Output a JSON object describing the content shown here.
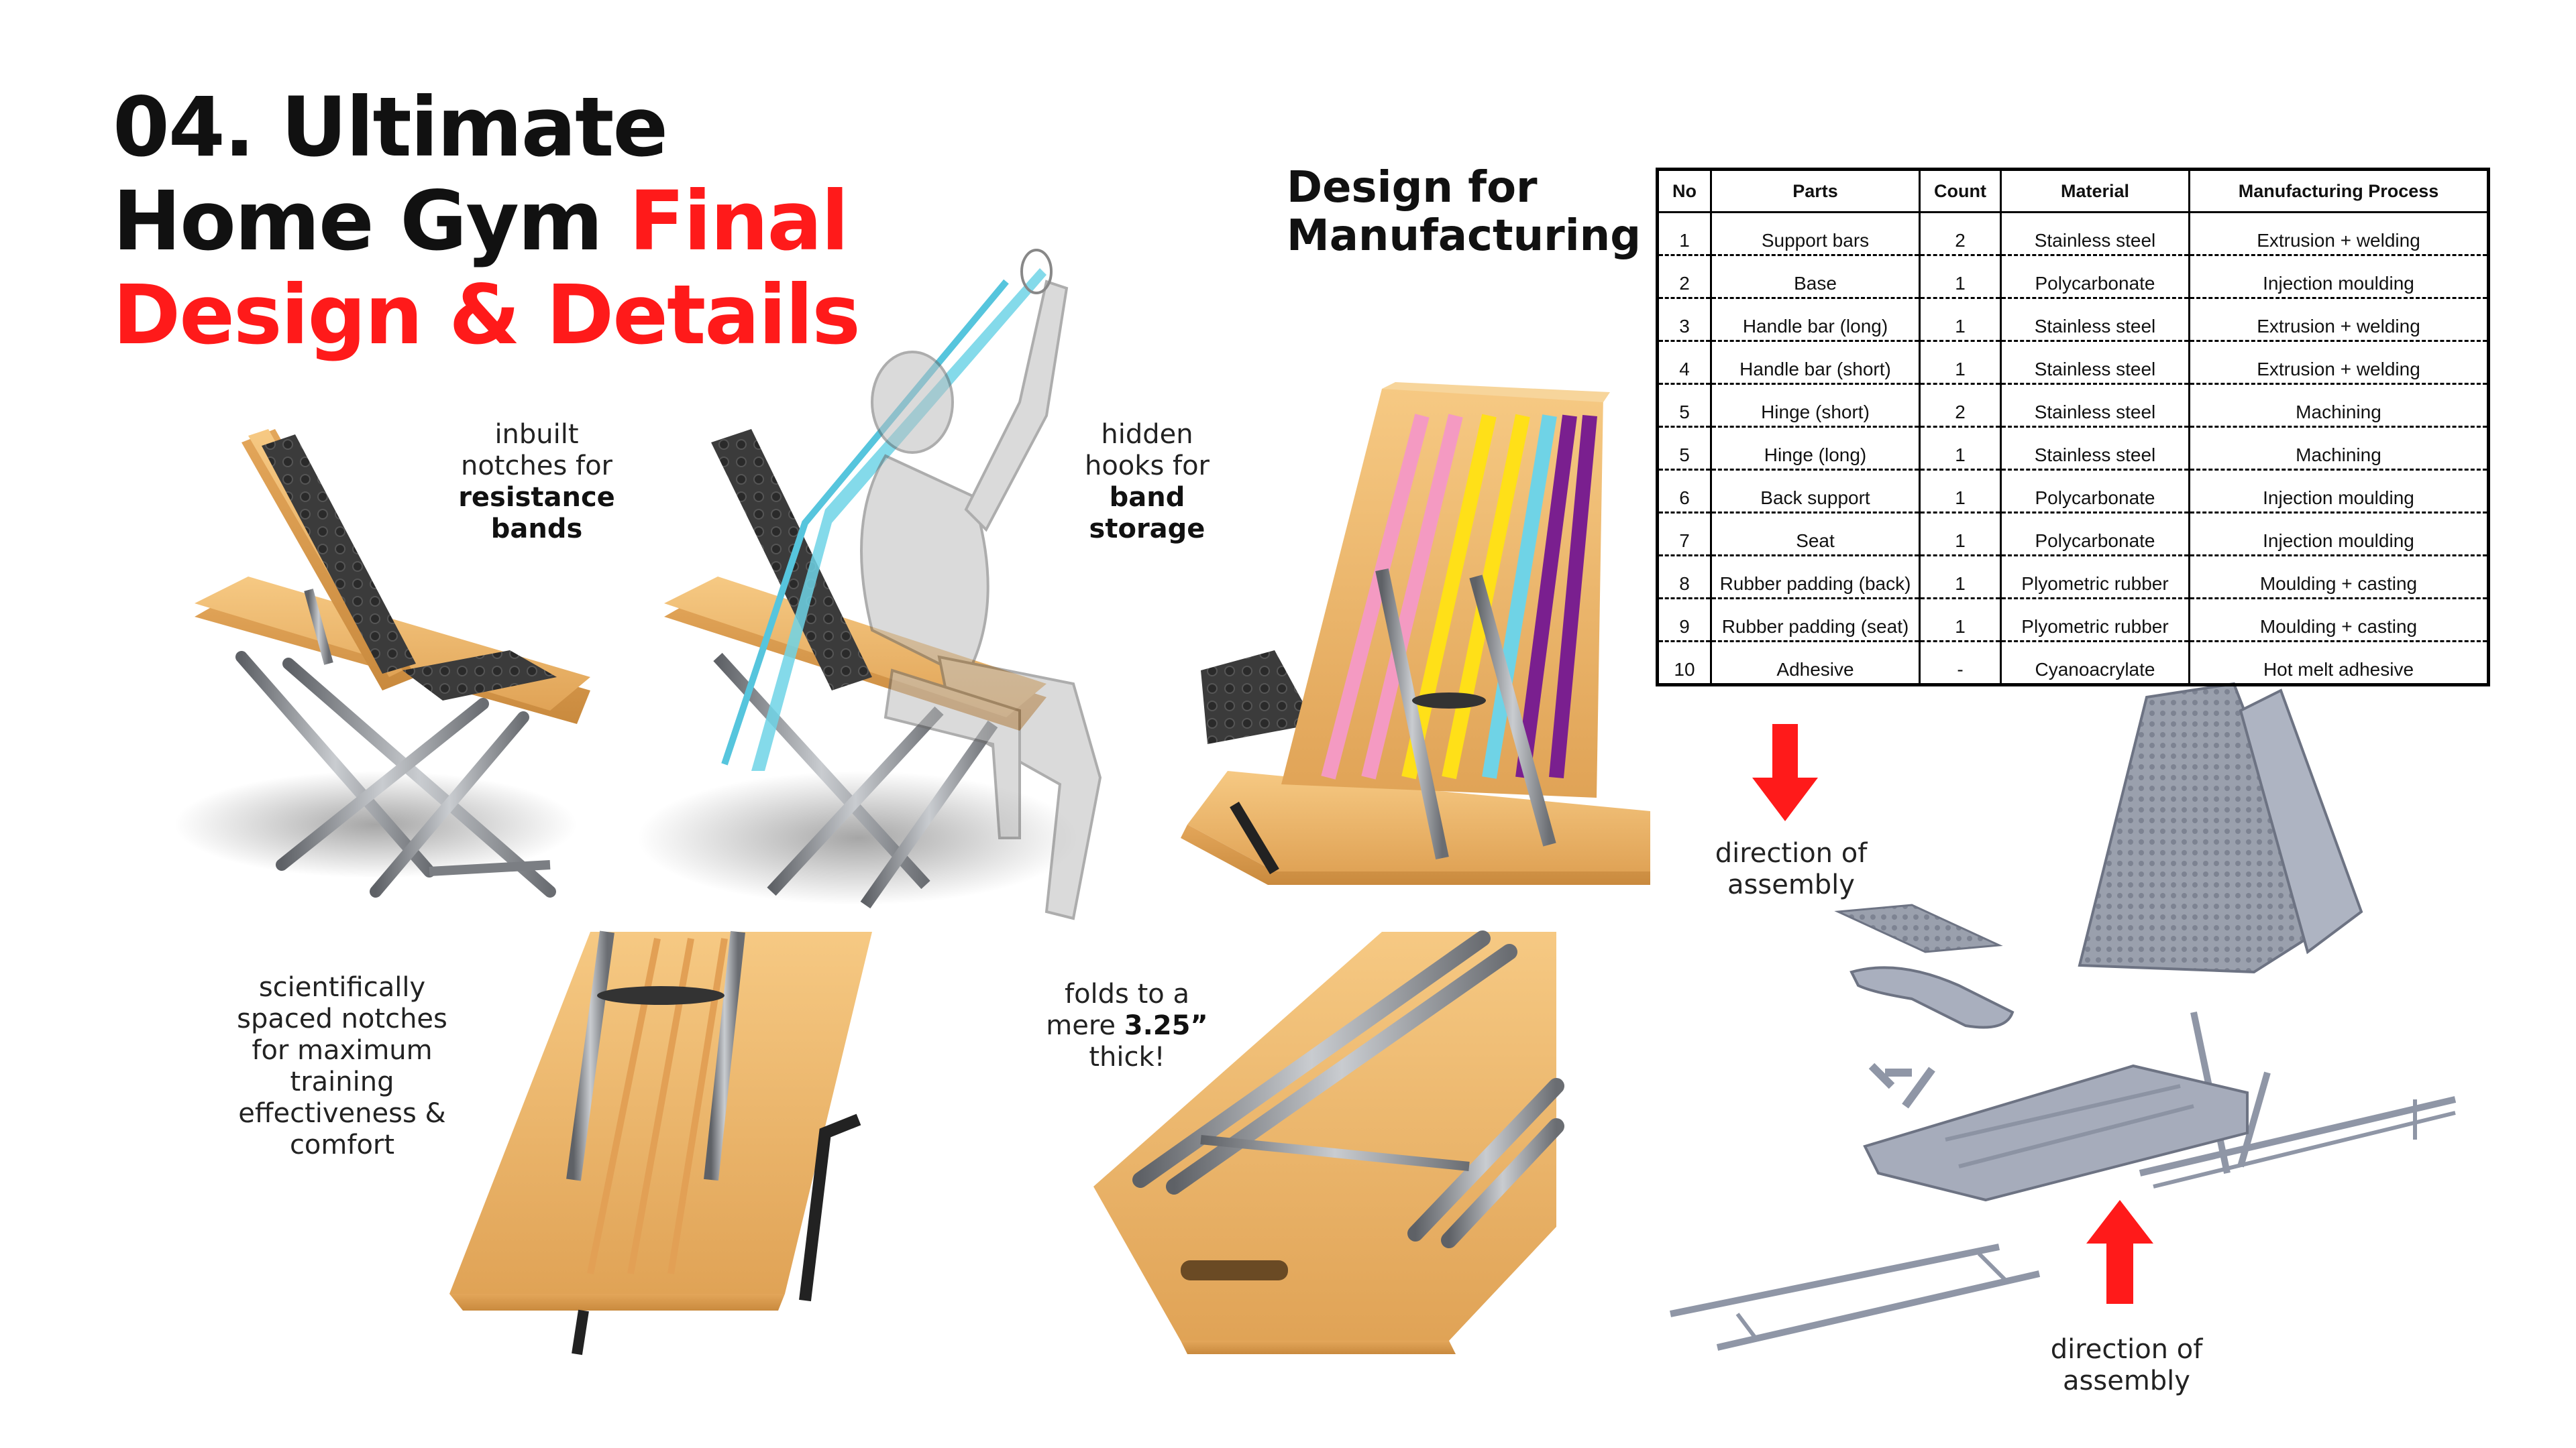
{
  "title": {
    "line1": "04. Ultimate",
    "line2_black": "Home Gym ",
    "line2_red": "Final",
    "line3": "Design & Details"
  },
  "dfm_heading": {
    "line1": "Design for",
    "line2": "Manufacturing"
  },
  "captions": {
    "notches": {
      "l1": "inbuilt",
      "l2": "notches for",
      "l3": "resistance",
      "l4": "bands"
    },
    "hooks": {
      "l1": "hidden",
      "l2": "hooks for",
      "l3": "band",
      "l4": "storage"
    },
    "spaced": {
      "l1": "scientifically",
      "l2": "spaced notches",
      "l3": "for maximum",
      "l4": "training",
      "l5": "effectiveness &",
      "l6": "comfort"
    },
    "folds": {
      "l1": "folds to a",
      "l2a": "mere ",
      "l2b": "3.25”",
      "l3": "thick!"
    },
    "assembly_top": {
      "l1": "direction of",
      "l2": "assembly"
    },
    "assembly_bottom": {
      "l1": "direction of",
      "l2": "assembly"
    }
  },
  "table": {
    "headers": [
      "No",
      "Parts",
      "Count",
      "Material",
      "Manufacturing Process"
    ],
    "rows": [
      [
        "1",
        "Support bars",
        "2",
        "Stainless steel",
        "Extrusion + welding"
      ],
      [
        "2",
        "Base",
        "1",
        "Polycarbonate",
        "Injection moulding"
      ],
      [
        "3",
        "Handle bar (long)",
        "1",
        "Stainless steel",
        "Extrusion + welding"
      ],
      [
        "4",
        "Handle bar (short)",
        "1",
        "Stainless steel",
        "Extrusion + welding"
      ],
      [
        "5",
        "Hinge (short)",
        "2",
        "Stainless steel",
        "Machining"
      ],
      [
        "5",
        "Hinge (long)",
        "1",
        "Stainless steel",
        "Machining"
      ],
      [
        "6",
        "Back support",
        "1",
        "Polycarbonate",
        "Injection moulding"
      ],
      [
        "7",
        "Seat",
        "1",
        "Polycarbonate",
        "Injection moulding"
      ],
      [
        "8",
        "Rubber padding (back)",
        "1",
        "Plyometric rubber",
        "Moulding + casting"
      ],
      [
        "9",
        "Rubber padding (seat)",
        "1",
        "Plyometric rubber",
        "Moulding + casting"
      ],
      [
        "10",
        "Adhesive",
        "-",
        "Cyanoacrylate",
        "Hot melt adhesive"
      ]
    ]
  },
  "colors": {
    "accent": "#ff1a1a",
    "wood": "#f2b86a",
    "steel": "#8a8d92",
    "cad_gray": "#9ca3b4"
  }
}
